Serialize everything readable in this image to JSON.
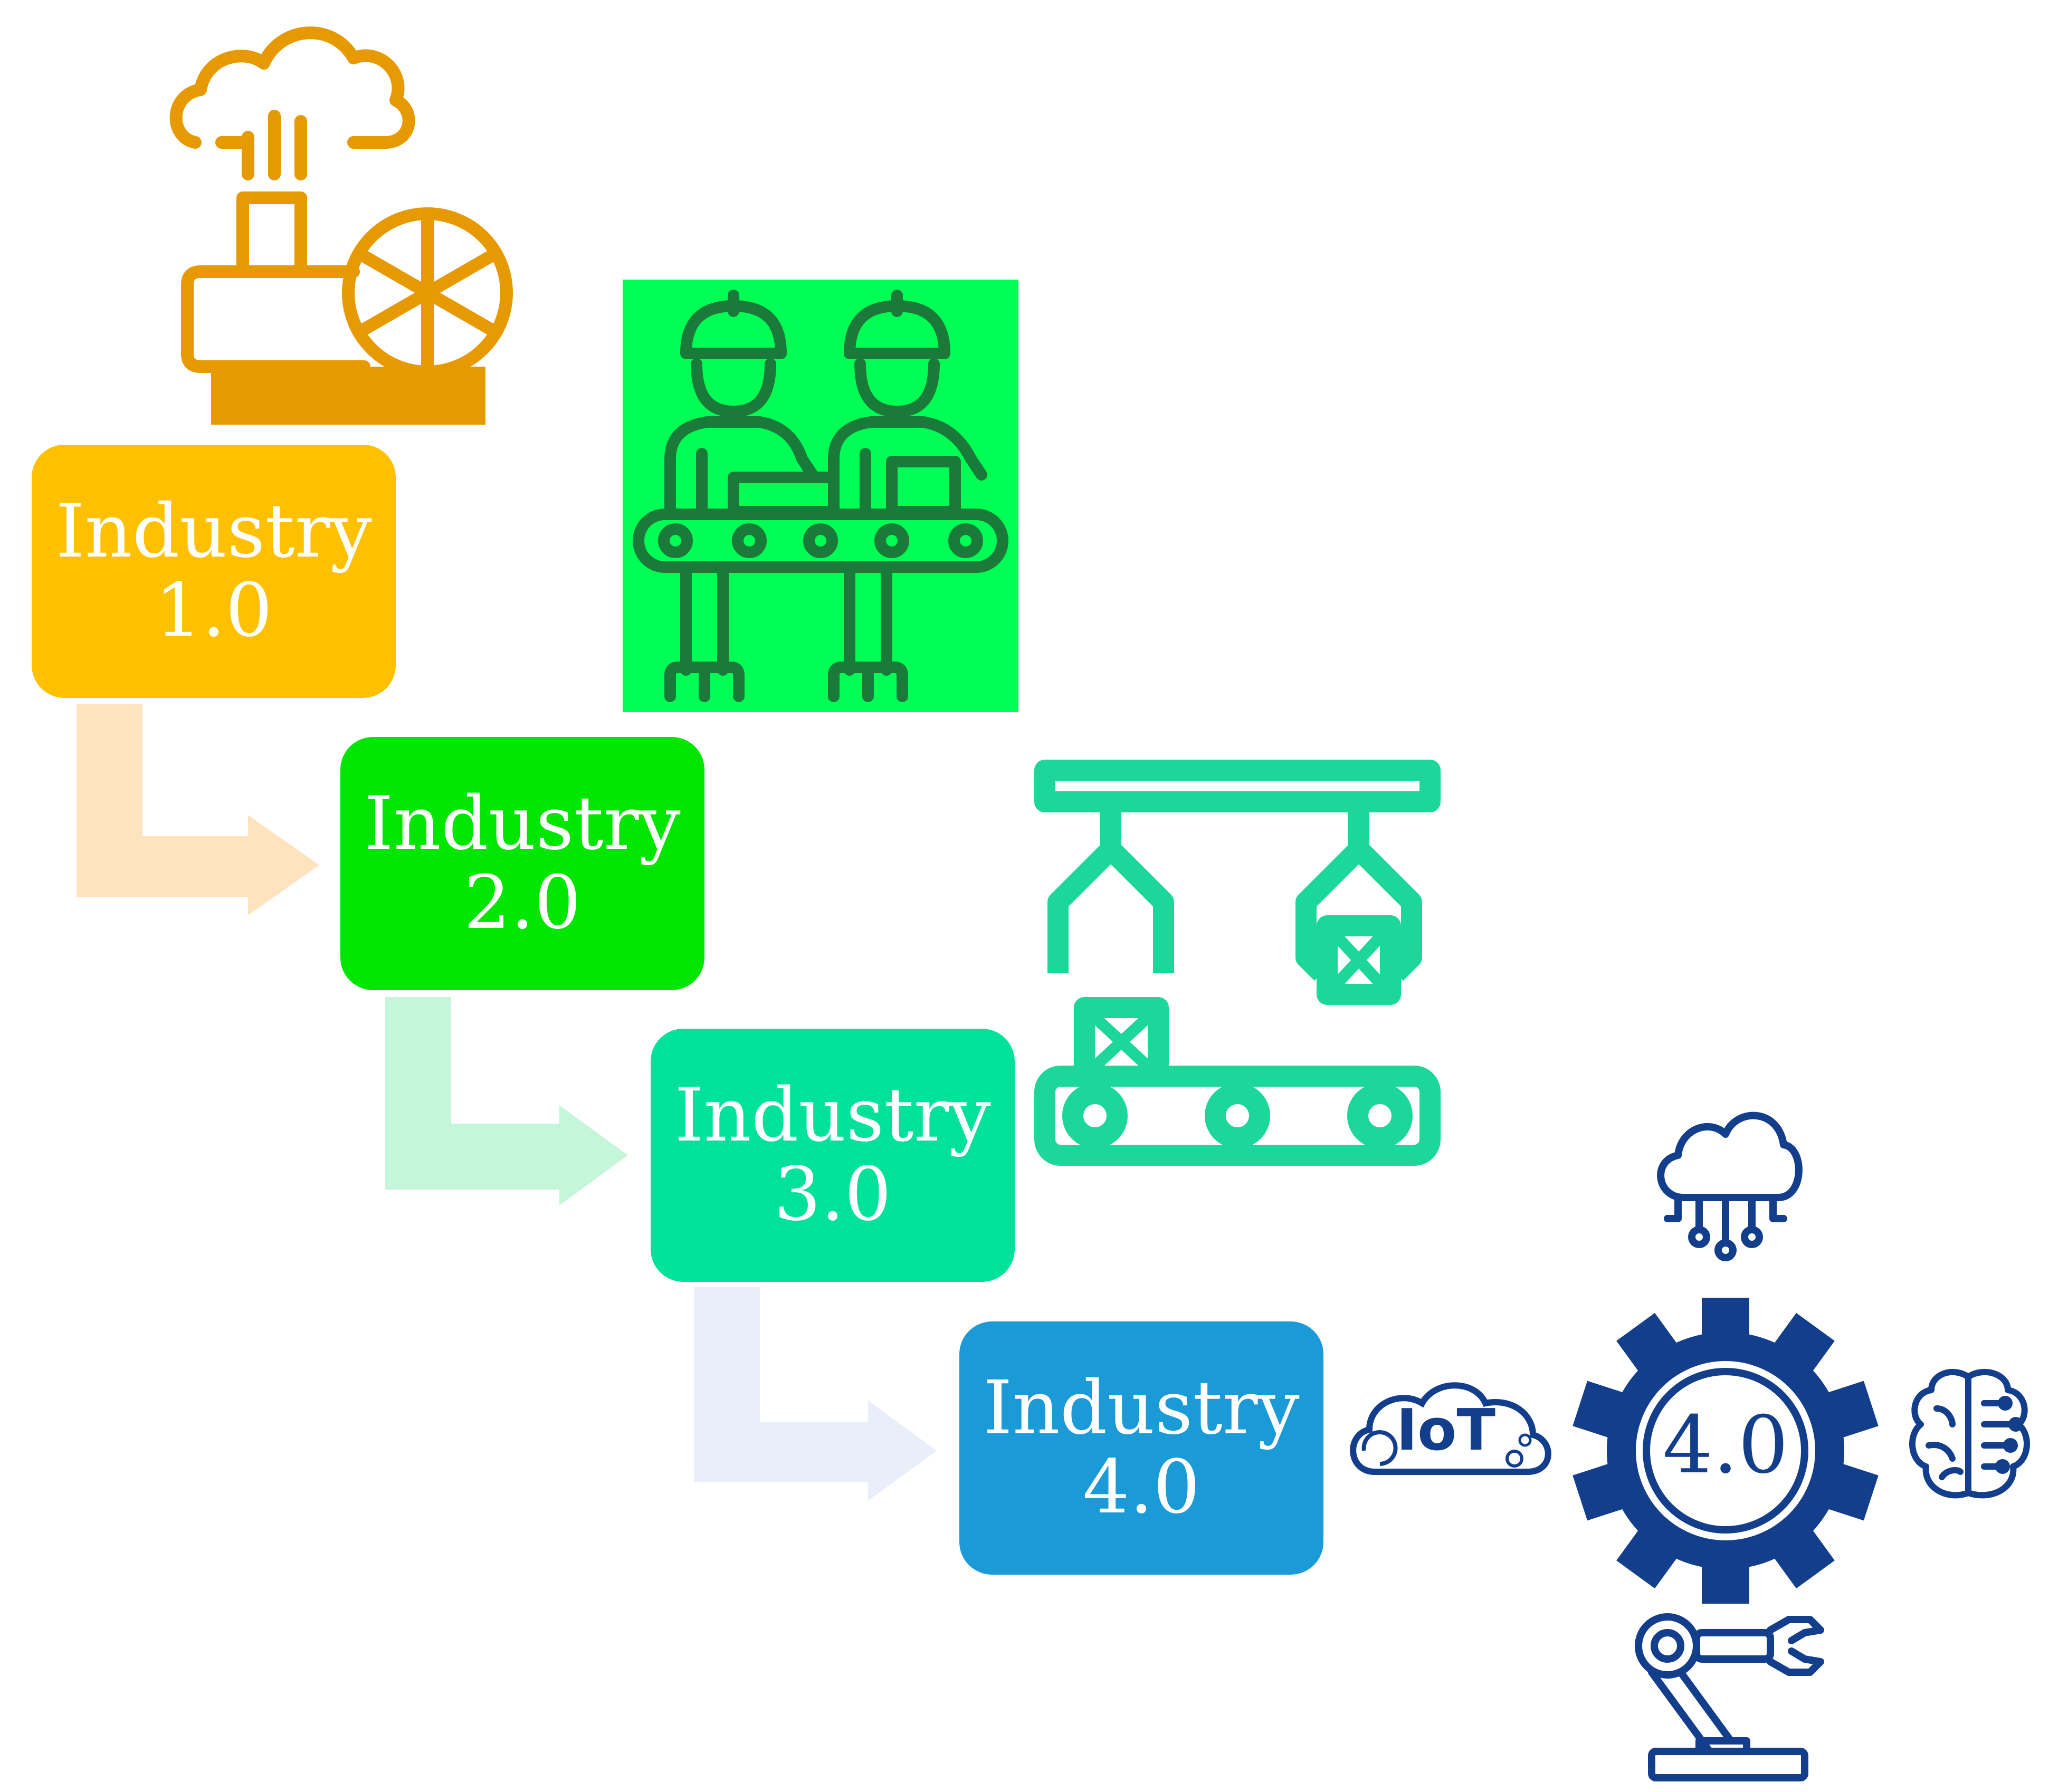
{
  "stages": [
    {
      "label": "Industry",
      "version": "1.0",
      "color": "#FFC000"
    },
    {
      "label": "Industry",
      "version": "2.0",
      "color": "#00E600"
    },
    {
      "label": "Industry",
      "version": "3.0",
      "color": "#00E29A"
    },
    {
      "label": "Industry",
      "version": "4.0",
      "color": "#1A9AD6"
    }
  ],
  "arrow_colors": [
    "#FFE2BE",
    "#C6F6D9",
    "#E8EFF8"
  ],
  "icons": {
    "steam_engine": {
      "name": "steam-engine-icon",
      "color": "#E69900"
    },
    "workers": {
      "name": "assembly-line-workers-icon",
      "color": "#1A7A3A",
      "background": "#00FF55"
    },
    "automation": {
      "name": "automated-robotic-arms-icon",
      "color": "#1DD69A"
    },
    "cloud": {
      "name": "cloud-computing-icon",
      "color": "#123E8C"
    },
    "iot": {
      "name": "iot-cloud-icon",
      "color": "#123E8C",
      "text": "IoT"
    },
    "gear": {
      "name": "gear-icon",
      "color": "#123E8C",
      "text": "4.0"
    },
    "brain": {
      "name": "ai-brain-icon",
      "color": "#123E8C"
    },
    "robot_arm": {
      "name": "robot-arm-icon",
      "color": "#123E8C"
    }
  }
}
